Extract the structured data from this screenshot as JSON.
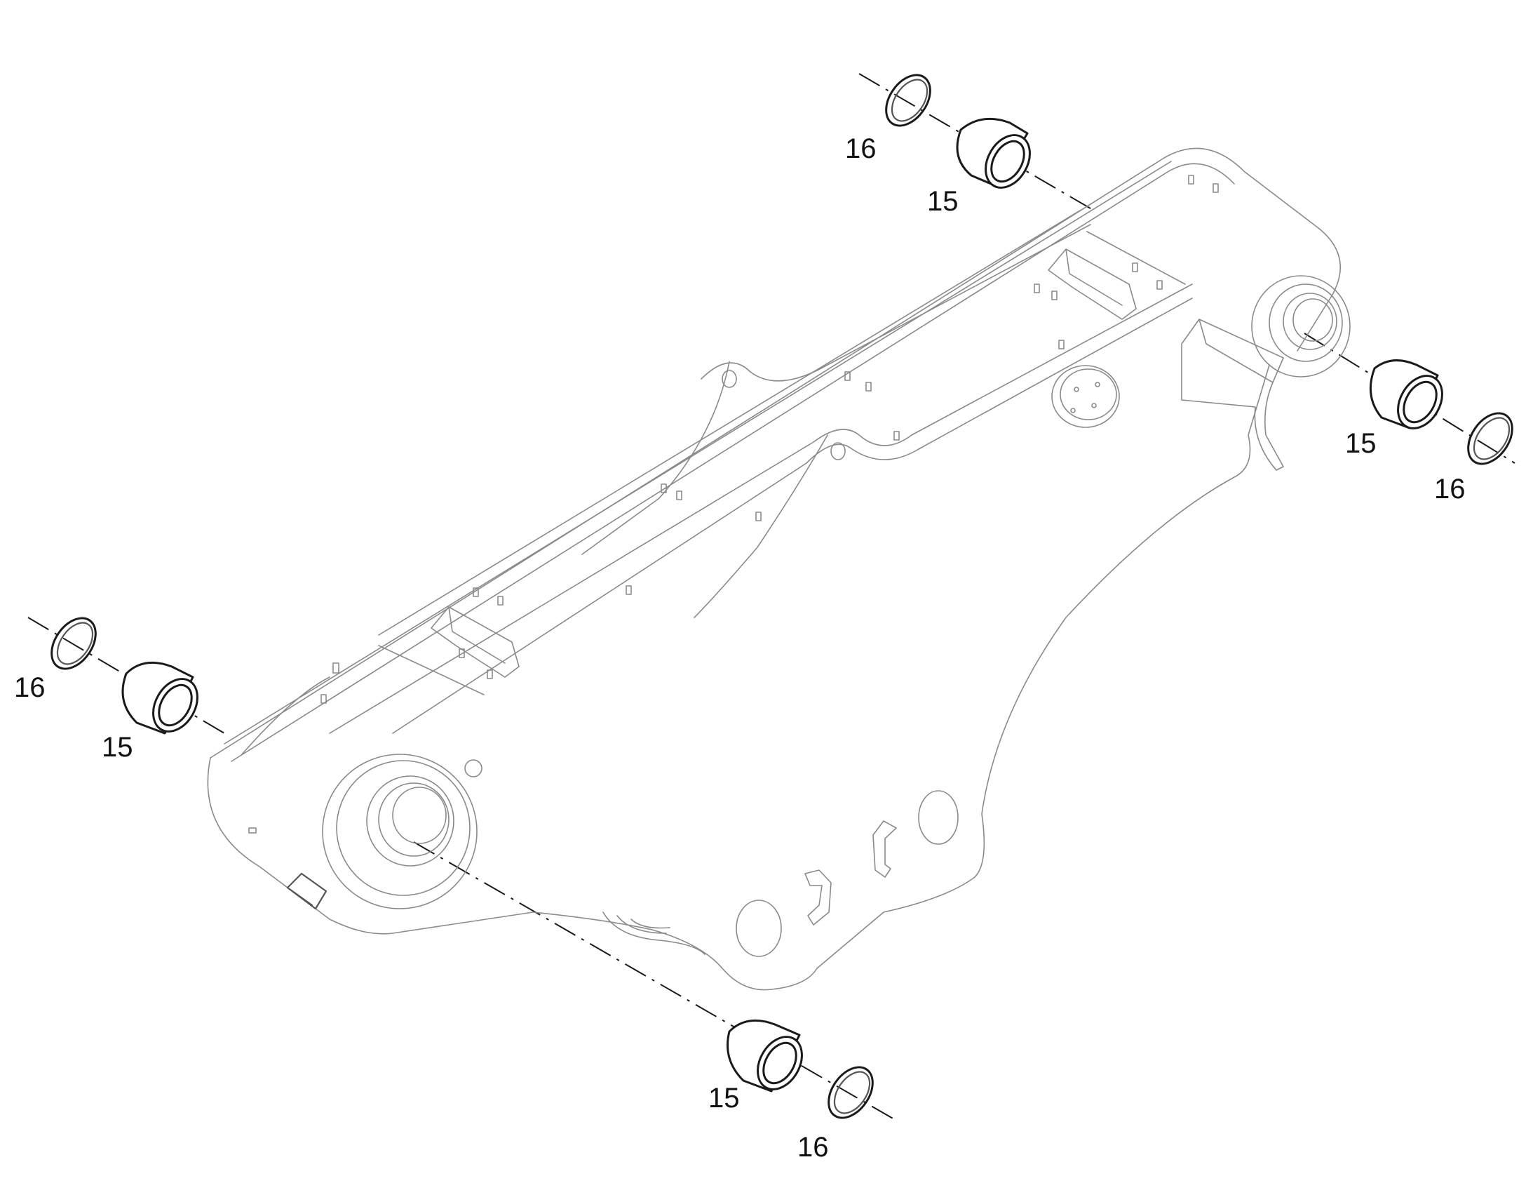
{
  "callouts": [
    {
      "id": "top-ring",
      "label": "16"
    },
    {
      "id": "top-bushing",
      "label": "15"
    },
    {
      "id": "right-bushing",
      "label": "15"
    },
    {
      "id": "right-ring",
      "label": "16"
    },
    {
      "id": "left-ring",
      "label": "16"
    },
    {
      "id": "left-bushing",
      "label": "15"
    },
    {
      "id": "bottom-bushing",
      "label": "15"
    },
    {
      "id": "bottom-ring",
      "label": "16"
    }
  ],
  "colors": {
    "outline": "#8a8a8a",
    "part": "#1a1a1a",
    "background": "#ffffff"
  }
}
